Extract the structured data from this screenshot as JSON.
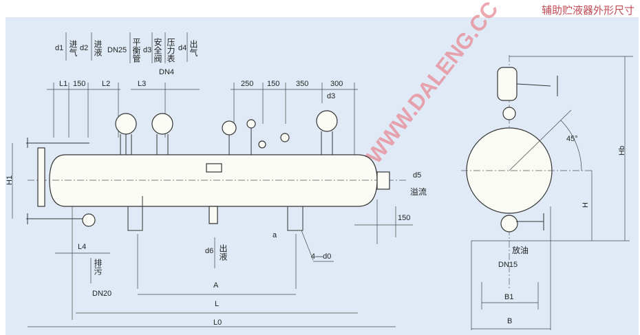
{
  "title": "辅助贮液器外形尺寸",
  "watermark": "WWW.DALENG.CC",
  "colors": {
    "background": "#dfeaf6",
    "title": "#c24a55",
    "watermark": "#e88a95"
  },
  "top_labels": {
    "d1": "d1",
    "inlet_gas": "进气",
    "d2": "d2",
    "inlet_liquid": "进液",
    "dn25": "DN25",
    "balance_pipe": "平衡管",
    "d3": "d3",
    "safety_valve": "安全阀",
    "pressure_gauge": "压力表",
    "d4": "d4",
    "outlet_gas": "出气",
    "dn4": "DN4"
  },
  "dimensions": {
    "L1": "L1",
    "d150a": "150",
    "L2": "L2",
    "L3": "L3",
    "d250": "250",
    "d150b": "150",
    "d350": "350",
    "d300": "300",
    "d3b": "d3",
    "H1": "H1",
    "d5": "d5",
    "overflow": "溢流",
    "d150c": "150",
    "L4": "L4",
    "drain": "排污",
    "dn20": "DN20",
    "d6": "d6",
    "outlet_liquid": "出液",
    "a": "a",
    "bolt": "4—d0",
    "A": "A",
    "L": "L",
    "L0": "L0",
    "angle": "45°",
    "Hb": "Hb",
    "H": "H",
    "oil_drain": "放油",
    "dn15": "DN15",
    "B1": "B1",
    "B": "B"
  }
}
